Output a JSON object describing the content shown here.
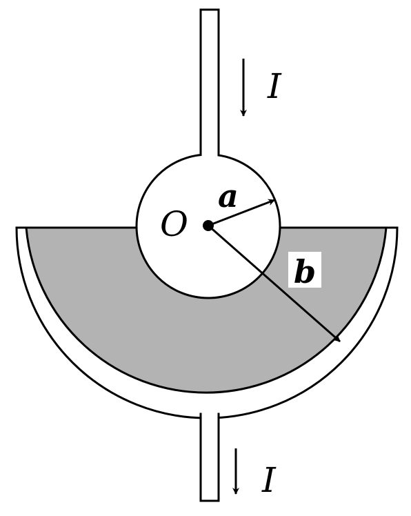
{
  "labels": {
    "current_top": "I",
    "current_bottom": "I",
    "center": "O",
    "inner_radius": "a",
    "outer_radius": "b"
  },
  "colors": {
    "stroke": "#000000",
    "fill_region": "#b3b3b3",
    "background": "#ffffff"
  }
}
